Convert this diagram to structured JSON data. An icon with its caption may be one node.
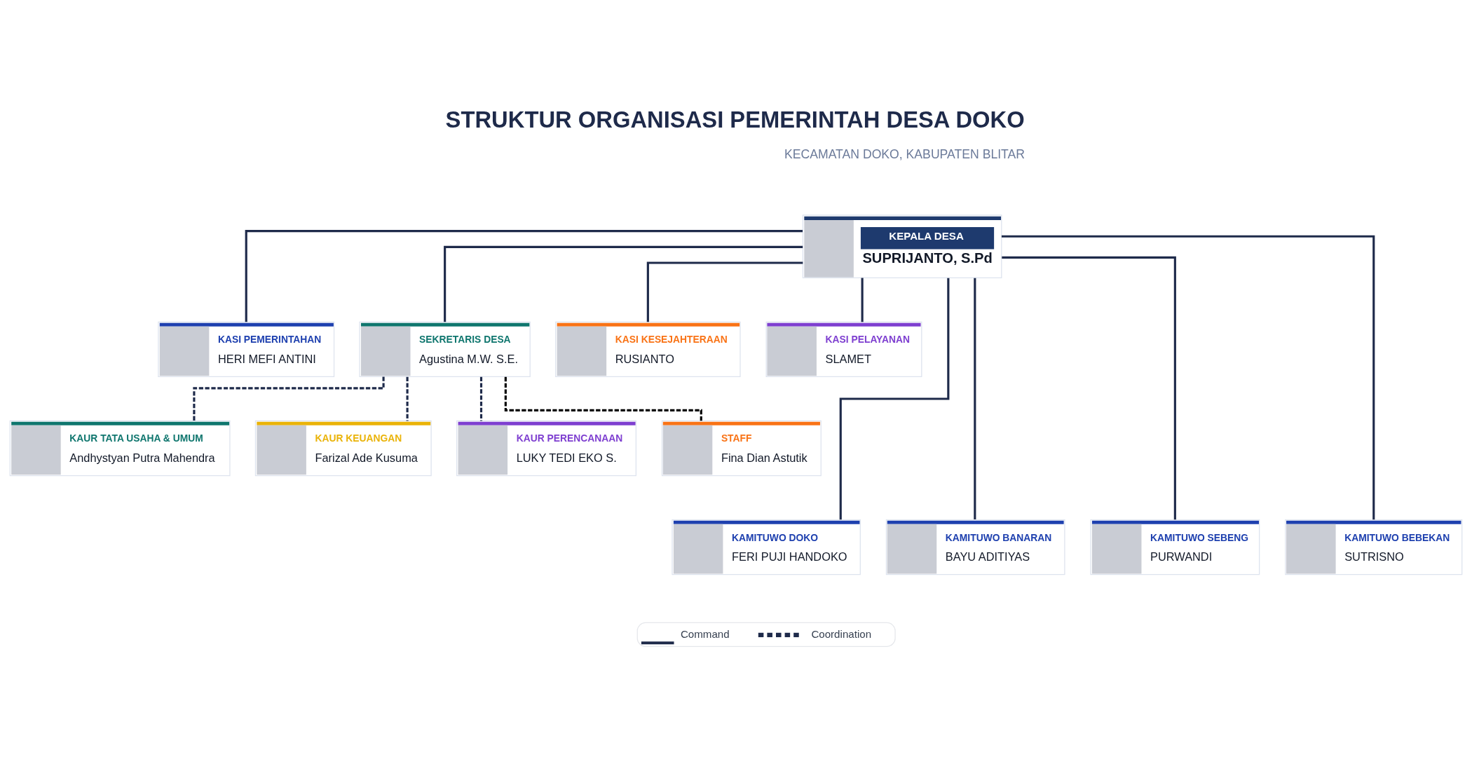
{
  "diagram": {
    "title": "STRUKTUR ORGANISASI PEMERINTAH DESA DOKO",
    "nodes": [
      {
        "text": [
          "KEPALA DESA",
          "SUPRIJANTO, S.Pd"
        ]
      },
      {
        "text": [
          "KASI PEMERINTAHAN",
          "HERI MEFI ANTINI"
        ]
      },
      {
        "text": [
          "SEKRETARIS DESA",
          "Agustina M.W. S.E."
        ]
      },
      {
        "text": [
          "KASI KESEJAHTERAAN",
          "RUSIANTO"
        ]
      },
      {
        "text": [
          "KASI PELAYANAN",
          "SLAMET"
        ]
      },
      {
        "text": [
          "KAUR TATA USAHA & UMUM",
          "Andhystyan Putra Mahendra"
        ]
      },
      {
        "text": [
          "KAUR KEUANGAN",
          "Farizal Ade Kusuma"
        ]
      },
      {
        "text": [
          "KAUR PERENCANAAN",
          "LUKY TEDI EKO S."
        ]
      },
      {
        "text": [
          "STAFF",
          "Fina Dian Astutik"
        ]
      },
      {
        "text": [
          "KAMITUWO DOKO",
          "FERI PUJI HANDOKO"
        ]
      },
      {
        "text": [
          "KAMITUWO BANARAN",
          "BAYU ADITIYAS"
        ]
      },
      {
        "text": [
          "KAMITUWO SEBENG",
          "PURWANDI"
        ]
      },
      {
        "text": [
          "KAMITUWO BEBEKAN",
          "SUTRISNO"
        ]
      }
    ],
    "edges": [
      {
        "from": 0,
        "to": 1,
        "arrow": "none"
      },
      {
        "from": 0,
        "to": 2,
        "arrow": "none"
      },
      {
        "from": 0,
        "to": 3,
        "arrow": "none"
      },
      {
        "from": 0,
        "to": 4,
        "arrow": "none"
      },
      {
        "from": 2,
        "to": 5,
        "arrow": "none",
        "style": "dashed"
      },
      {
        "from": 2,
        "to": 6,
        "arrow": "none",
        "style": "dashed"
      },
      {
        "from": 2,
        "to": 7,
        "arrow": "none",
        "style": "dashed"
      },
      {
        "from": 2,
        "to": 8,
        "arrow": "none",
        "style": "dashed",
        "color": "#000000"
      },
      {
        "from": 0,
        "to": 9,
        "arrow": "none"
      },
      {
        "from": 0,
        "to": 10,
        "arrow": "none"
      },
      {
        "from": 0,
        "to": 11,
        "arrow": "none"
      },
      {
        "from": 0,
        "to": 12,
        "arrow": "none"
      }
    ],
    "labels": [
      "KECAMATAN DOKO, KABUPATEN BLITAR"
    ],
    "legend": [
      {
        "text": "Command"
      },
      {
        "text": "Coordination"
      }
    ]
  }
}
